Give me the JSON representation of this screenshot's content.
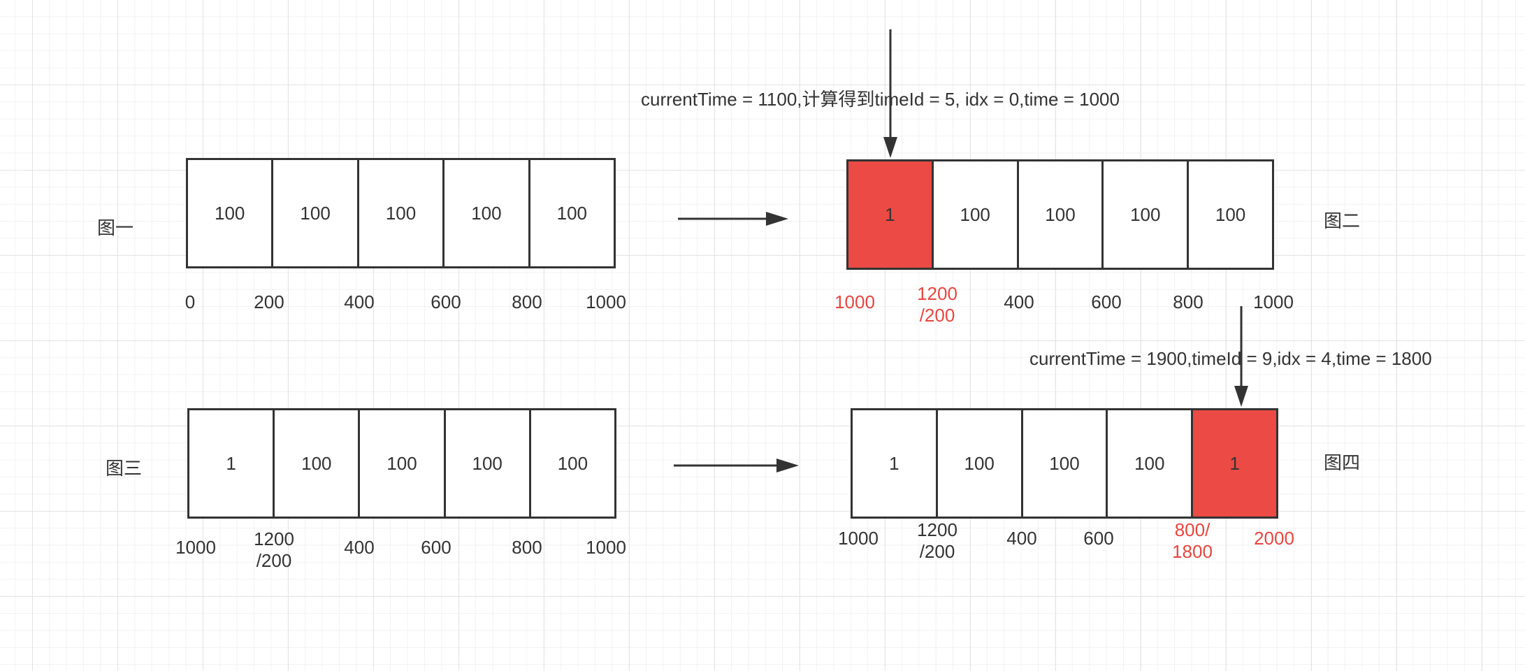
{
  "figures": [
    {
      "id": "fig1",
      "label": "图一",
      "cells": [
        {
          "value": "100",
          "highlight": false
        },
        {
          "value": "100",
          "highlight": false
        },
        {
          "value": "100",
          "highlight": false
        },
        {
          "value": "100",
          "highlight": false
        },
        {
          "value": "100",
          "highlight": false
        }
      ],
      "ticks": [
        {
          "lines": [
            "0"
          ],
          "highlight": false
        },
        {
          "lines": [
            "200"
          ],
          "highlight": false
        },
        {
          "lines": [
            "400"
          ],
          "highlight": false
        },
        {
          "lines": [
            "600"
          ],
          "highlight": false
        },
        {
          "lines": [
            "800"
          ],
          "highlight": false
        },
        {
          "lines": [
            "1000"
          ],
          "highlight": false
        }
      ]
    },
    {
      "id": "fig2",
      "label": "图二",
      "cells": [
        {
          "value": "1",
          "highlight": true
        },
        {
          "value": "100",
          "highlight": false
        },
        {
          "value": "100",
          "highlight": false
        },
        {
          "value": "100",
          "highlight": false
        },
        {
          "value": "100",
          "highlight": false
        }
      ],
      "ticks": [
        {
          "lines": [
            "1000"
          ],
          "highlight": true
        },
        {
          "lines": [
            "1200",
            "/200"
          ],
          "highlight": true
        },
        {
          "lines": [
            "400"
          ],
          "highlight": false
        },
        {
          "lines": [
            "600"
          ],
          "highlight": false
        },
        {
          "lines": [
            "800"
          ],
          "highlight": false
        },
        {
          "lines": [
            "1000"
          ],
          "highlight": false
        }
      ],
      "annotation": "currentTime = 1100,计算得到timeId = 5, idx = 0,time = 1000"
    },
    {
      "id": "fig3",
      "label": "图三",
      "cells": [
        {
          "value": "1",
          "highlight": false
        },
        {
          "value": "100",
          "highlight": false
        },
        {
          "value": "100",
          "highlight": false
        },
        {
          "value": "100",
          "highlight": false
        },
        {
          "value": "100",
          "highlight": false
        }
      ],
      "ticks": [
        {
          "lines": [
            "1000"
          ],
          "highlight": false
        },
        {
          "lines": [
            "1200",
            "/200"
          ],
          "highlight": false
        },
        {
          "lines": [
            "400"
          ],
          "highlight": false
        },
        {
          "lines": [
            "600"
          ],
          "highlight": false
        },
        {
          "lines": [
            "800"
          ],
          "highlight": false
        },
        {
          "lines": [
            "1000"
          ],
          "highlight": false
        }
      ]
    },
    {
      "id": "fig4",
      "label": "图四",
      "cells": [
        {
          "value": "1",
          "highlight": false
        },
        {
          "value": "100",
          "highlight": false
        },
        {
          "value": "100",
          "highlight": false
        },
        {
          "value": "100",
          "highlight": false
        },
        {
          "value": "1",
          "highlight": true
        }
      ],
      "ticks": [
        {
          "lines": [
            "1000"
          ],
          "highlight": false
        },
        {
          "lines": [
            "1200",
            "/200"
          ],
          "highlight": false
        },
        {
          "lines": [
            "400"
          ],
          "highlight": false
        },
        {
          "lines": [
            "600"
          ],
          "highlight": false
        },
        {
          "lines": [
            "800/",
            "1800"
          ],
          "highlight": true
        },
        {
          "lines": [
            "2000"
          ],
          "highlight": true
        }
      ],
      "annotation": "currentTime = 1900,timeId = 9,idx = 4,time = 1800"
    }
  ],
  "colors": {
    "highlight_fill": "#ec4a44",
    "highlight_text": "#e8463f",
    "stroke": "#333333"
  }
}
